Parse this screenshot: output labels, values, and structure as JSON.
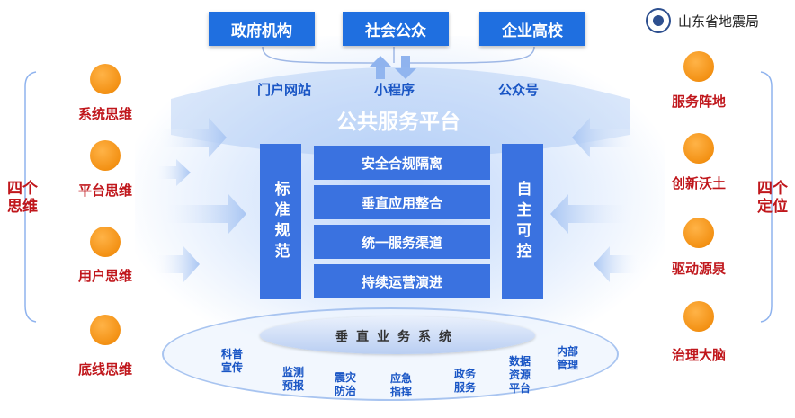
{
  "top_boxes": [
    "政府机构",
    "社会公众",
    "企业高校"
  ],
  "logo": {
    "name": "山东省地震局"
  },
  "channels": [
    "门户网站",
    "小程序",
    "公众号"
  ],
  "platform": {
    "title": "公共服务平台",
    "left_pillar": "标准规范",
    "right_pillar": "自主可控",
    "rows": [
      "安全合规隔离",
      "垂直应用整合",
      "统一服务渠道",
      "持续运营演进"
    ]
  },
  "left": {
    "heading_line1": "四个",
    "heading_line2": "思维",
    "items": [
      "系统思维",
      "平台思维",
      "用户思维",
      "底线思维"
    ]
  },
  "right": {
    "heading_line1": "四个",
    "heading_line2": "定位",
    "items": [
      "服务阵地",
      "创新沃土",
      "驱动源泉",
      "治理大脑"
    ]
  },
  "vertical_system": {
    "title": "垂直业务系统",
    "items": [
      {
        "line1": "科普",
        "line2": "宣传"
      },
      {
        "line1": "监测",
        "line2": "预报"
      },
      {
        "line1": "震灾",
        "line2": "防治"
      },
      {
        "line1": "应急",
        "line2": "指挥"
      },
      {
        "line1": "政务",
        "line2": "服务"
      },
      {
        "line1": "数据资源",
        "line2": "平台"
      },
      {
        "line1": "内部",
        "line2": "管理"
      }
    ]
  },
  "colors": {
    "blue": "#1f6fe0",
    "pillar": "#3a72e0",
    "red": "#c0171c",
    "orange": "#f39114",
    "arrow": "#a9c6f3"
  }
}
